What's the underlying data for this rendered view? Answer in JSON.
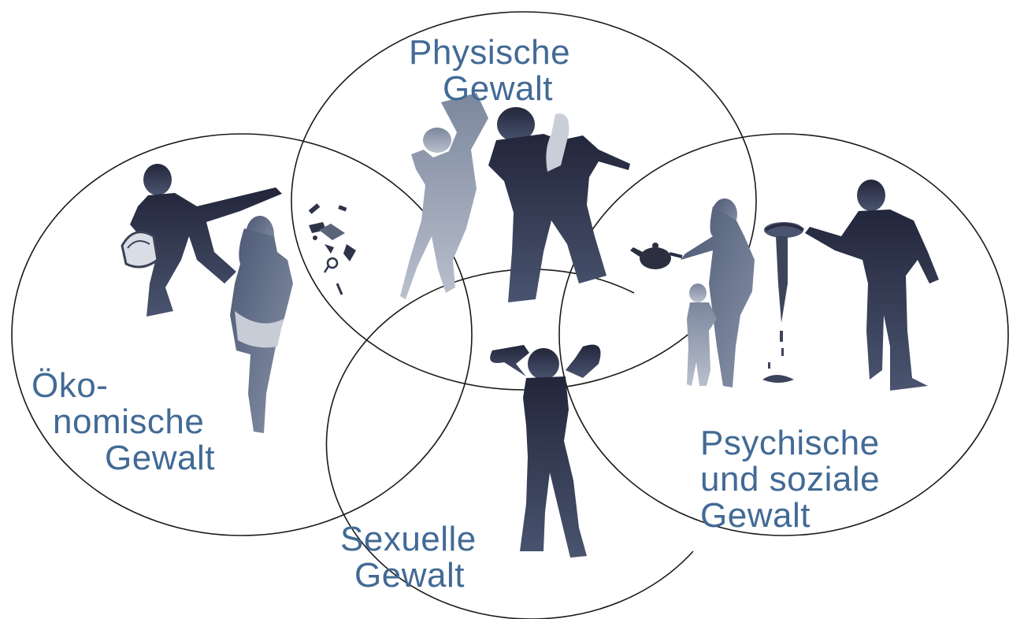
{
  "colors": {
    "label_text": "#426a95",
    "circle_stroke": "#1a1a1a",
    "figure_dark": "#2b2f3f",
    "figure_mid": "#5a6378",
    "figure_light": "#9aa3b4"
  },
  "categories": {
    "physical": {
      "line1": "Physische",
      "line2": "Gewalt"
    },
    "economic": {
      "line1": "Öko-",
      "line2": "nomische",
      "line3": "Gewalt"
    },
    "psychological": {
      "line1": "Psychische",
      "line2": "und soziale",
      "line3": "Gewalt"
    },
    "sexual": {
      "line1": "Sexuelle",
      "line2": "Gewalt"
    }
  },
  "illustrations": [
    {
      "name": "economic-violence-illustration",
      "depicts": "man walking away with a handbag, woman standing with hands behind her back"
    },
    {
      "name": "physical-violence-illustration",
      "depicts": "man and woman in a physical struggle"
    },
    {
      "name": "scattered-objects-illustration",
      "depicts": "small objects falling from a handbag"
    },
    {
      "name": "sexual-violence-illustration",
      "depicts": "woman holding her head with both hands"
    },
    {
      "name": "psychological-violence-illustration",
      "depicts": "man pouring out a bowl, woman holding a teapot with a child clinging to her"
    }
  ]
}
